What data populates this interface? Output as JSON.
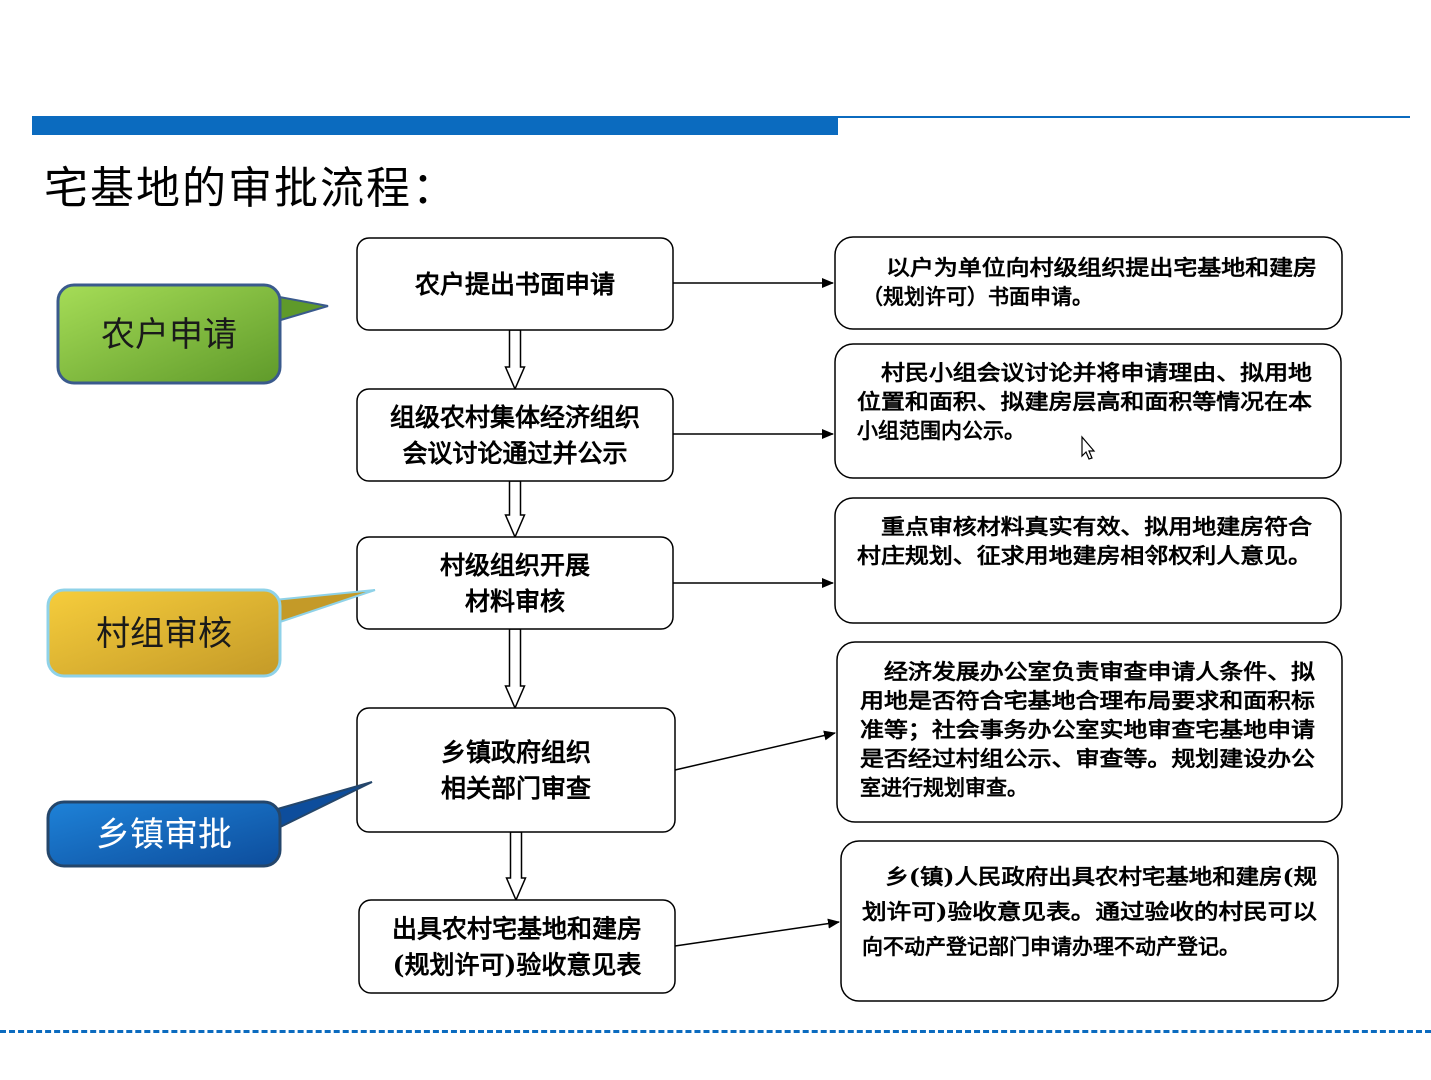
{
  "page": {
    "title": "宅基地的审批流程："
  },
  "phases": [
    {
      "label": "农户申请",
      "color_top": "#a6dd57",
      "color_bottom": "#5f9a2a",
      "border": "#3a5a8c",
      "text_color": "#1a1a1a"
    },
    {
      "label": "村组审核",
      "color_top": "#f6cd3c",
      "color_bottom": "#c49a28",
      "border": "#8fd2e8",
      "text_color": "#1a1a1a"
    },
    {
      "label": "乡镇审批",
      "color_top": "#1e82d8",
      "color_bottom": "#0d4d9c",
      "border": "#24466b",
      "text_color": "#ffffff"
    }
  ],
  "steps": [
    {
      "lines": [
        "农户提出书面申请"
      ]
    },
    {
      "lines": [
        "组级农村集体经济组织",
        "会议讨论通过并公示"
      ]
    },
    {
      "lines": [
        "村级组织开展",
        "材料审核"
      ]
    },
    {
      "lines": [
        "乡镇政府组织",
        "相关部门审查"
      ]
    },
    {
      "lines": [
        "出具农村宅基地和建房",
        "(规划许可)验收意见表"
      ]
    }
  ],
  "details": [
    {
      "lines": [
        "　以户为单位向村级组织提出宅基地和建房",
        "（规划许可）书面申请。"
      ]
    },
    {
      "lines": [
        "　村民小组会议讨论并将申请理由、拟用地",
        "位置和面积、拟建房层高和面积等情况在本",
        "小组范围内公示。"
      ]
    },
    {
      "lines": [
        "　重点审核材料真实有效、拟用地建房符合",
        "村庄规划、征求用地建房相邻权利人意见。"
      ]
    },
    {
      "lines": [
        "　经济发展办公室负责审查申请人条件、拟",
        "用地是否符合宅基地合理布局要求和面积标",
        "准等；社会事务办公室实地审查宅基地申请",
        "是否经过村组公示、审查等。规划建设办公",
        "室进行规划审查。"
      ]
    },
    {
      "lines": [
        "　乡(镇)人民政府出具农村宅基地和建房(规",
        "划许可)验收意见表。通过验收的村民可以",
        "向不动产登记部门申请办理不动产登记。"
      ]
    }
  ],
  "colors": {
    "accent": "#0b6bbf",
    "box_border": "#000000",
    "arrow_fill": "#ffffff"
  },
  "icons": {
    "cursor": "mouse-cursor-icon"
  }
}
